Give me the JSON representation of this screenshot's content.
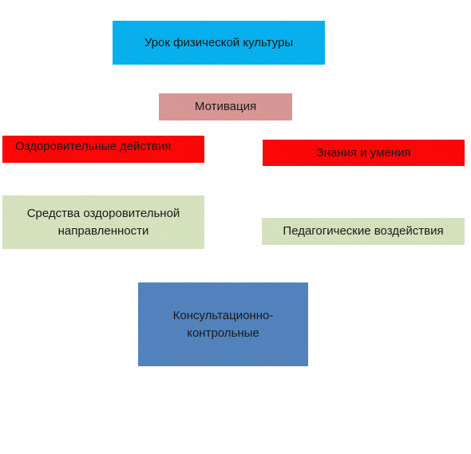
{
  "diagram": {
    "boxes": {
      "lesson": {
        "text": "Урок физической культуры",
        "fill": "#00b0f0"
      },
      "motivation": {
        "text": "Мотивация",
        "fill": "#d99694"
      },
      "health_actions": {
        "text": "Оздоровительные действия",
        "fill": "#ff0000"
      },
      "knowledge": {
        "text": "Знания и умения",
        "fill": "#ff0000"
      },
      "means": {
        "text": "Средства оздоровительной направленности",
        "fill": "#d7e4bd"
      },
      "pedagogical": {
        "text": "Педагогические воздействия",
        "fill": "#d7e4bd"
      },
      "consulting": {
        "text": "Консультационно-контрольные",
        "fill": "#4f81bd"
      }
    }
  }
}
